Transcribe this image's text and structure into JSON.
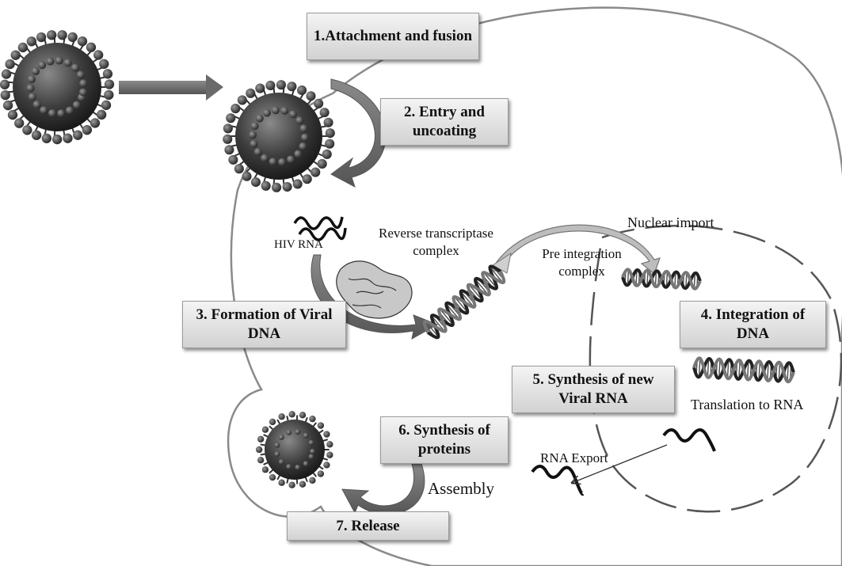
{
  "steps": {
    "s1": "1.Attachment and fusion",
    "s2": "2. Entry and uncoating",
    "s3": "3. Formation of Viral DNA",
    "s4": "4. Integration of DNA",
    "s5": "5. Synthesis of new Viral RNA",
    "s6": "6. Synthesis of proteins",
    "s7": "7. Release"
  },
  "labels": {
    "hiv_rna": "HIV RNA",
    "reverse_transcriptase": "Reverse transcriptase complex",
    "nuclear_import": "Nuclear import",
    "pre_integration": "Pre integration complex",
    "translation": "Translation to RNA",
    "rna_export": "RNA Export",
    "assembly": "Assembly"
  },
  "colors": {
    "arrow": "#666666",
    "membrane": "#8a8a8a",
    "virus": "#3a3a3a"
  }
}
